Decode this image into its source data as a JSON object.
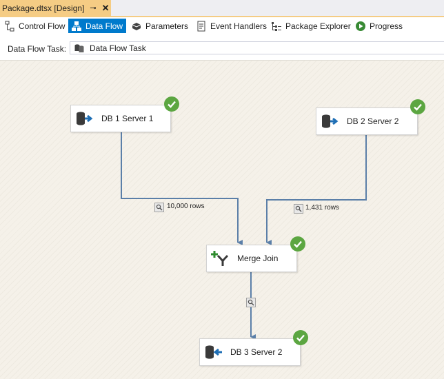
{
  "document_tab": {
    "title": "Package.dtsx [Design]",
    "pin_glyph": "⊸",
    "close_glyph": "✕"
  },
  "designer_tabs": [
    {
      "label": "Control Flow",
      "icon": "control-flow-icon",
      "active": false
    },
    {
      "label": "Data Flow",
      "icon": "data-flow-icon",
      "active": true
    },
    {
      "label": "Parameters",
      "icon": "parameters-icon",
      "active": false
    },
    {
      "label": "Event Handlers",
      "icon": "event-handlers-icon",
      "active": false
    },
    {
      "label": "Package Explorer",
      "icon": "package-explorer-icon",
      "active": false
    },
    {
      "label": "Progress",
      "icon": "progress-icon",
      "active": false
    }
  ],
  "task_bar": {
    "label": "Data Flow Task:",
    "selected": "Data Flow Task"
  },
  "components": {
    "source1": {
      "label": "DB 1 Server 1",
      "icon": "db-source-icon",
      "status": "success"
    },
    "source2": {
      "label": "DB 2 Server 2",
      "icon": "db-source-icon",
      "status": "success"
    },
    "merge": {
      "label": "Merge Join",
      "icon": "merge-join-icon",
      "status": "success"
    },
    "dest": {
      "label": "DB 3 Server 2",
      "icon": "db-destination-icon",
      "status": "success"
    }
  },
  "paths": {
    "path1": {
      "rows": "10,000 rows"
    },
    "path2": {
      "rows": "1,431 rows"
    }
  },
  "colors": {
    "accent": "#007acc",
    "tab_highlight": "#f5cc84",
    "success": "#5ca641",
    "path_line": "#5b7fa8"
  }
}
